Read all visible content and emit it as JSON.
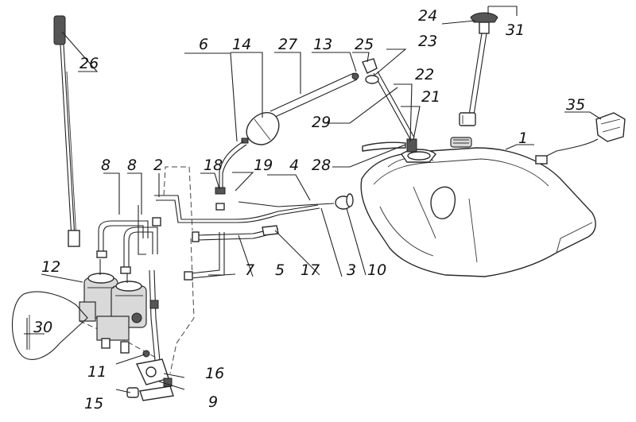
{
  "diagram": {
    "callouts": [
      {
        "id": "c1",
        "text": "1"
      },
      {
        "id": "c2",
        "text": "2"
      },
      {
        "id": "c3",
        "text": "3"
      },
      {
        "id": "c4",
        "text": "4"
      },
      {
        "id": "c5",
        "text": "5"
      },
      {
        "id": "c6",
        "text": "6"
      },
      {
        "id": "c7",
        "text": "7"
      },
      {
        "id": "c8a",
        "text": "8"
      },
      {
        "id": "c8b",
        "text": "8"
      },
      {
        "id": "c9",
        "text": "9"
      },
      {
        "id": "c10",
        "text": "10"
      },
      {
        "id": "c11",
        "text": "11"
      },
      {
        "id": "c12",
        "text": "12"
      },
      {
        "id": "c13",
        "text": "13"
      },
      {
        "id": "c14",
        "text": "14"
      },
      {
        "id": "c15",
        "text": "15"
      },
      {
        "id": "c16",
        "text": "16"
      },
      {
        "id": "c17",
        "text": "17"
      },
      {
        "id": "c18",
        "text": "18"
      },
      {
        "id": "c19",
        "text": "19"
      },
      {
        "id": "c21",
        "text": "21"
      },
      {
        "id": "c22",
        "text": "22"
      },
      {
        "id": "c23",
        "text": "23"
      },
      {
        "id": "c24",
        "text": "24"
      },
      {
        "id": "c25",
        "text": "25"
      },
      {
        "id": "c26",
        "text": "26"
      },
      {
        "id": "c27",
        "text": "27"
      },
      {
        "id": "c28",
        "text": "28"
      },
      {
        "id": "c29",
        "text": "29"
      },
      {
        "id": "c30",
        "text": "30"
      },
      {
        "id": "c31",
        "text": "31"
      },
      {
        "id": "c35",
        "text": "35"
      }
    ]
  }
}
